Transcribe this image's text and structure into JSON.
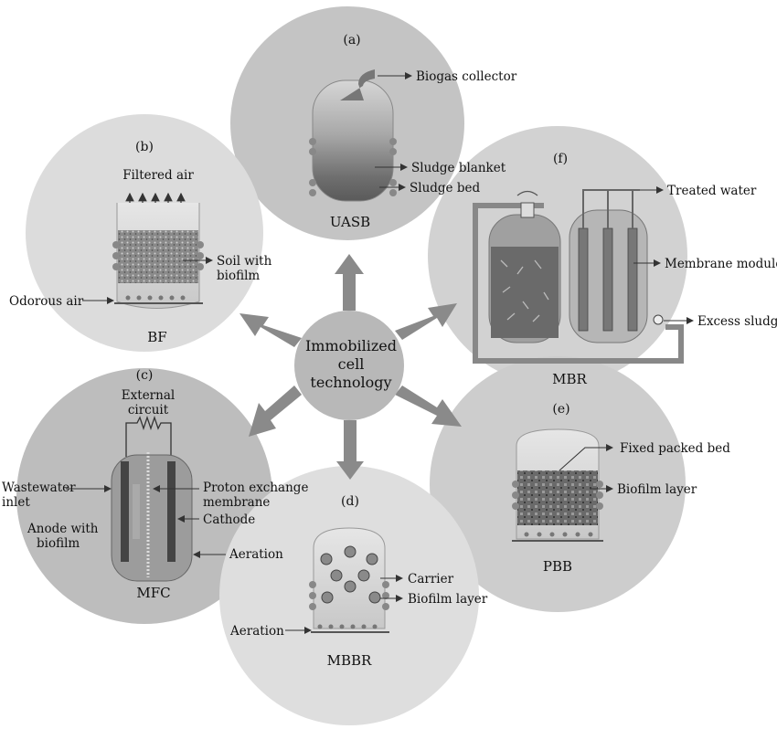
{
  "center": {
    "lines": [
      "Immobilized",
      "cell",
      "technology"
    ]
  },
  "panels": {
    "a": {
      "tag": "(a)",
      "name": "UASB",
      "labels": [
        "Biogas collector",
        "Sludge blanket",
        "Sludge bed"
      ]
    },
    "b": {
      "tag": "(b)",
      "name": "BF",
      "labels": [
        "Filtered air",
        "Soil with",
        "biofilm",
        "Odorous air"
      ]
    },
    "c": {
      "tag": "(c)",
      "name": "MFC",
      "labels": [
        "External",
        "circuit",
        "Wastewater",
        "inlet",
        "Proton exchange",
        "membrane",
        "Cathode",
        "Anode with",
        "biofilm",
        "Aeration"
      ]
    },
    "d": {
      "tag": "(d)",
      "name": "MBBR",
      "labels": [
        "Carrier",
        "Biofilm layer",
        "Aeration"
      ]
    },
    "e": {
      "tag": "(e)",
      "name": "PBB",
      "labels": [
        "Fixed packed bed",
        "Biofilm layer"
      ]
    },
    "f": {
      "tag": "(f)",
      "name": "MBR",
      "labels": [
        "Treated water",
        "Membrane module",
        "Excess sludge"
      ]
    }
  }
}
